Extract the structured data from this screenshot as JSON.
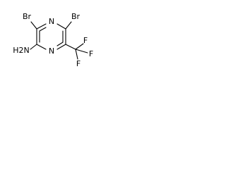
{
  "structure": {
    "atoms": {
      "n_top": "N",
      "n_bottom": "N",
      "br_left": "Br",
      "br_right": "Br",
      "nh2": "H2N",
      "f_top": "F",
      "f_right": "F",
      "f_bottom": "F"
    }
  }
}
